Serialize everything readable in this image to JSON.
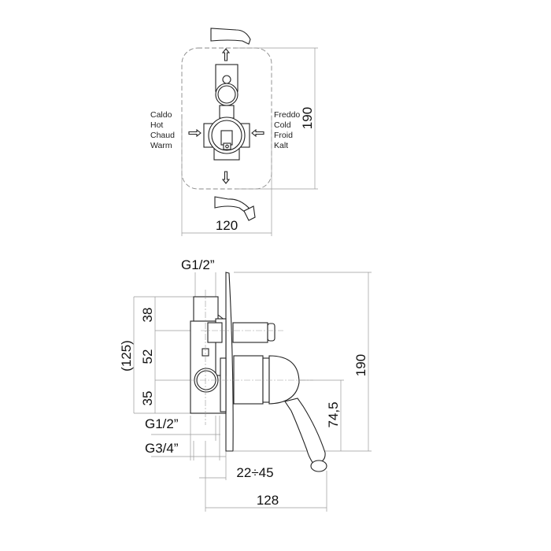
{
  "front_view": {
    "hot_labels": [
      "Caldo",
      "Hot",
      "Chaud",
      "Warm"
    ],
    "cold_labels": [
      "Freddo",
      "Cold",
      "Froid",
      "Kalt"
    ],
    "height_dim": "190",
    "width_dim": "120"
  },
  "side_view": {
    "top_thread": "G1/2”",
    "dim_38": "38",
    "dim_52": "52",
    "dim_35": "35",
    "dim_125": "(125)",
    "bottom_thread_1": "G1/2”",
    "bottom_thread_2": "G3/4”",
    "height_dim": "190",
    "handle_dim": "74,5",
    "depth_range": "22÷45",
    "depth_total": "128"
  }
}
